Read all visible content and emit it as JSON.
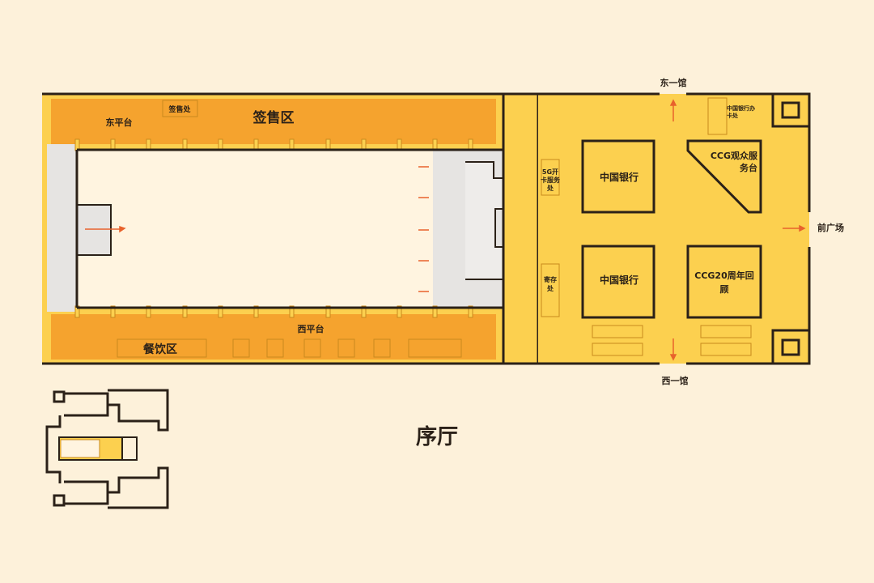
{
  "title": "序厅",
  "colors": {
    "background": "#fdf1da",
    "orange_zone": "#f5a32e",
    "yellow_zone": "#fcd04f",
    "hall": "#fff4e0",
    "stage": "#e6e4e2",
    "wall": "#2b2118",
    "arrow": "#e8622c"
  },
  "zones": {
    "ticket_area": "签售区",
    "ticket_desk": "签售处",
    "east_platform": "东平台",
    "west_platform": "西平台",
    "dining_area": "餐饮区",
    "service_5g": "5G开卡服务处",
    "storage": "寄存处",
    "bank_top": "中国银行",
    "bank_bottom": "中国银行",
    "bank_card_office": "中国银行办卡处",
    "ccg_service": "CCG观众服务台",
    "ccg_20th": "CCG20周年回顾"
  },
  "exits": {
    "east_hall": "东一馆",
    "west_hall": "西一馆",
    "front_plaza": "前广场"
  }
}
